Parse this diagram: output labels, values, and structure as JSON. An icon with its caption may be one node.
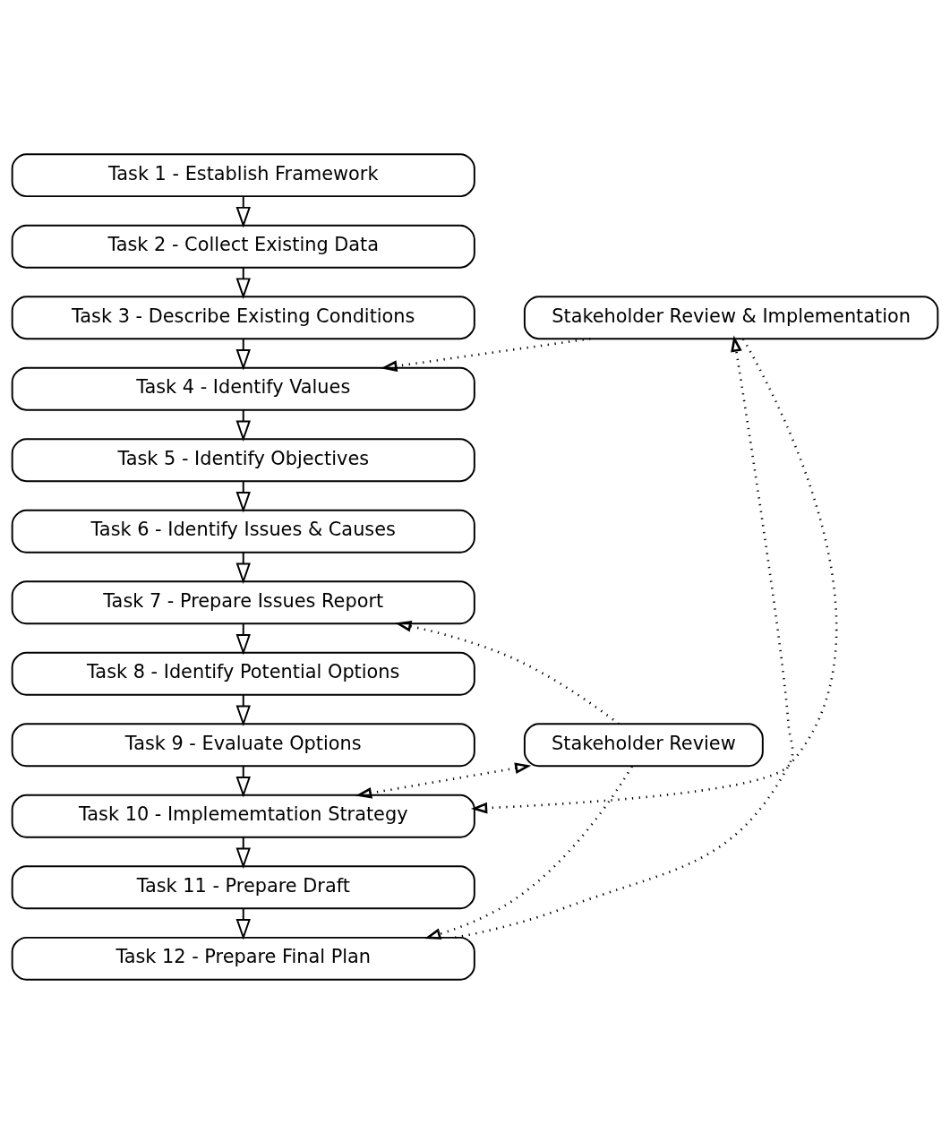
{
  "diagram": {
    "nodes": [
      {
        "text": [
          "Task 1 - Establish Framework"
        ]
      },
      {
        "text": [
          "Task 2 - Collect Existing Data"
        ]
      },
      {
        "text": [
          "Task 3 - Describe Existing Conditions"
        ]
      },
      {
        "text": [
          "Task 4 - Identify Values"
        ]
      },
      {
        "text": [
          "Task 5 - Identify Objectives"
        ]
      },
      {
        "text": [
          "Task 6 - Identify Issues & Causes"
        ]
      },
      {
        "text": [
          "Task 7 - Prepare Issues Report"
        ]
      },
      {
        "text": [
          "Task 8 - Identify Potential Options"
        ]
      },
      {
        "text": [
          "Task 9 - Evaluate Options"
        ]
      },
      {
        "text": [
          "Task 10 - Implememtation Strategy"
        ]
      },
      {
        "text": [
          "Task 11 - Prepare Draft"
        ]
      },
      {
        "text": [
          "Task 12 - Prepare Final Plan"
        ]
      },
      {
        "text": [
          "Stakeholder Review"
        ]
      },
      {
        "text": [
          "Stakeholder Review & Implementation"
        ]
      }
    ],
    "edges": [
      {
        "from": 0,
        "to": 1,
        "arrow": "to"
      },
      {
        "from": 1,
        "to": 2,
        "arrow": "to"
      },
      {
        "from": 2,
        "to": 3,
        "arrow": "to"
      },
      {
        "from": 3,
        "to": 4,
        "arrow": "to"
      },
      {
        "from": 4,
        "to": 5,
        "arrow": "to"
      },
      {
        "from": 5,
        "to": 6,
        "arrow": "to"
      },
      {
        "from": 6,
        "to": 7,
        "arrow": "to"
      },
      {
        "from": 7,
        "to": 8,
        "arrow": "to"
      },
      {
        "from": 8,
        "to": 9,
        "arrow": "to"
      },
      {
        "from": 9,
        "to": 10,
        "arrow": "to"
      },
      {
        "from": 10,
        "to": 11,
        "arrow": "to"
      },
      {
        "from": 12,
        "to": 6,
        "arrow": "to",
        "style": "dashed"
      },
      {
        "from": 12,
        "to": 9,
        "arrow": "both",
        "style": "dashed"
      },
      {
        "from": 12,
        "to": 11,
        "arrow": "to",
        "style": "dashed"
      },
      {
        "from": 11,
        "to": 13,
        "arrow": "to",
        "style": "dashed"
      },
      {
        "from": 13,
        "to": 9,
        "arrow": "to",
        "style": "dashed"
      },
      {
        "from": 13,
        "to": 3,
        "arrow": "to",
        "style": "dashed"
      }
    ]
  }
}
